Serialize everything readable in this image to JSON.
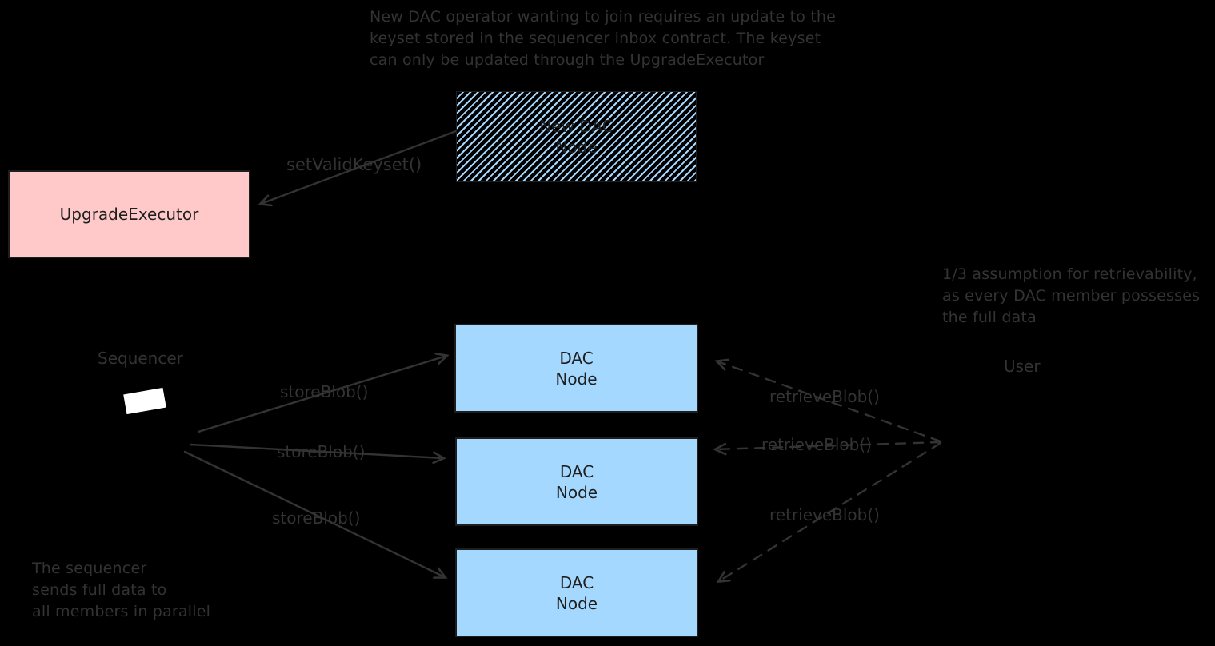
{
  "colors": {
    "background": "#000000",
    "box_pink": "#ffc9c9",
    "box_blue": "#a5d8ff",
    "hatch_blue": "#a5d8ff",
    "box_stroke": "#1e1e1e",
    "line_gray": "#333333",
    "sequencer_shape": "#ffffff"
  },
  "notes": {
    "top": "New DAC operator wanting to join requires an update to the\nkeyset stored in the sequencer inbox contract. The keyset\ncan only be updated through the UpgradeExecutor",
    "right": "1/3 assumption for retrievability,\nas every DAC member possesses\nthe full data",
    "bottom_left": "The sequencer\nsends full data to\nall members in parallel"
  },
  "boxes": {
    "upgrade_executor": {
      "label": "UpgradeExecutor"
    },
    "new_dac_node": {
      "label": "New DAC\nNode"
    },
    "dac_nodes": [
      {
        "label": "DAC\nNode"
      },
      {
        "label": "DAC\nNode"
      },
      {
        "label": "DAC\nNode"
      }
    ]
  },
  "edges": {
    "set_valid_keyset": "setValidKeyset()",
    "store_blob": [
      "storeBlob()",
      "storeBlob()",
      "storeBlob()"
    ],
    "retrieve_blob": [
      "retrieveBlob()",
      "retrieveBlob()",
      "retrieveBlob()"
    ]
  },
  "actors": {
    "sequencer": "Sequencer",
    "user": "User"
  }
}
